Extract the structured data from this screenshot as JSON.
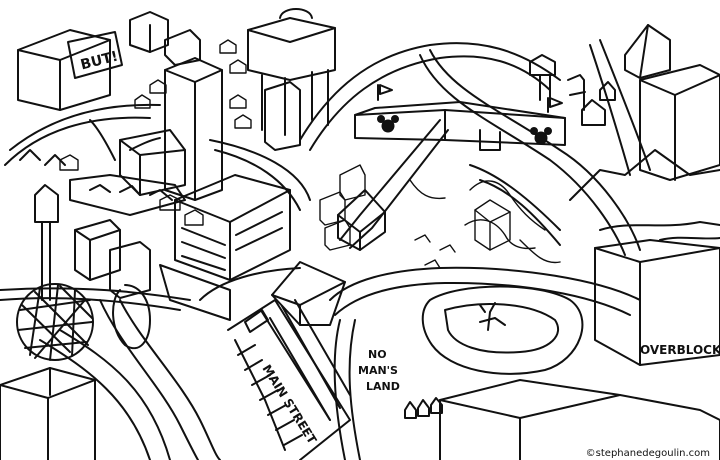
{
  "labels": {
    "sign": "BUT!",
    "street": "MAIN STREET",
    "zone": [
      "NO",
      "MAN'S",
      "LAND"
    ],
    "building": "OVERBLOCK"
  },
  "credit": "©stephanedegoulin.com"
}
